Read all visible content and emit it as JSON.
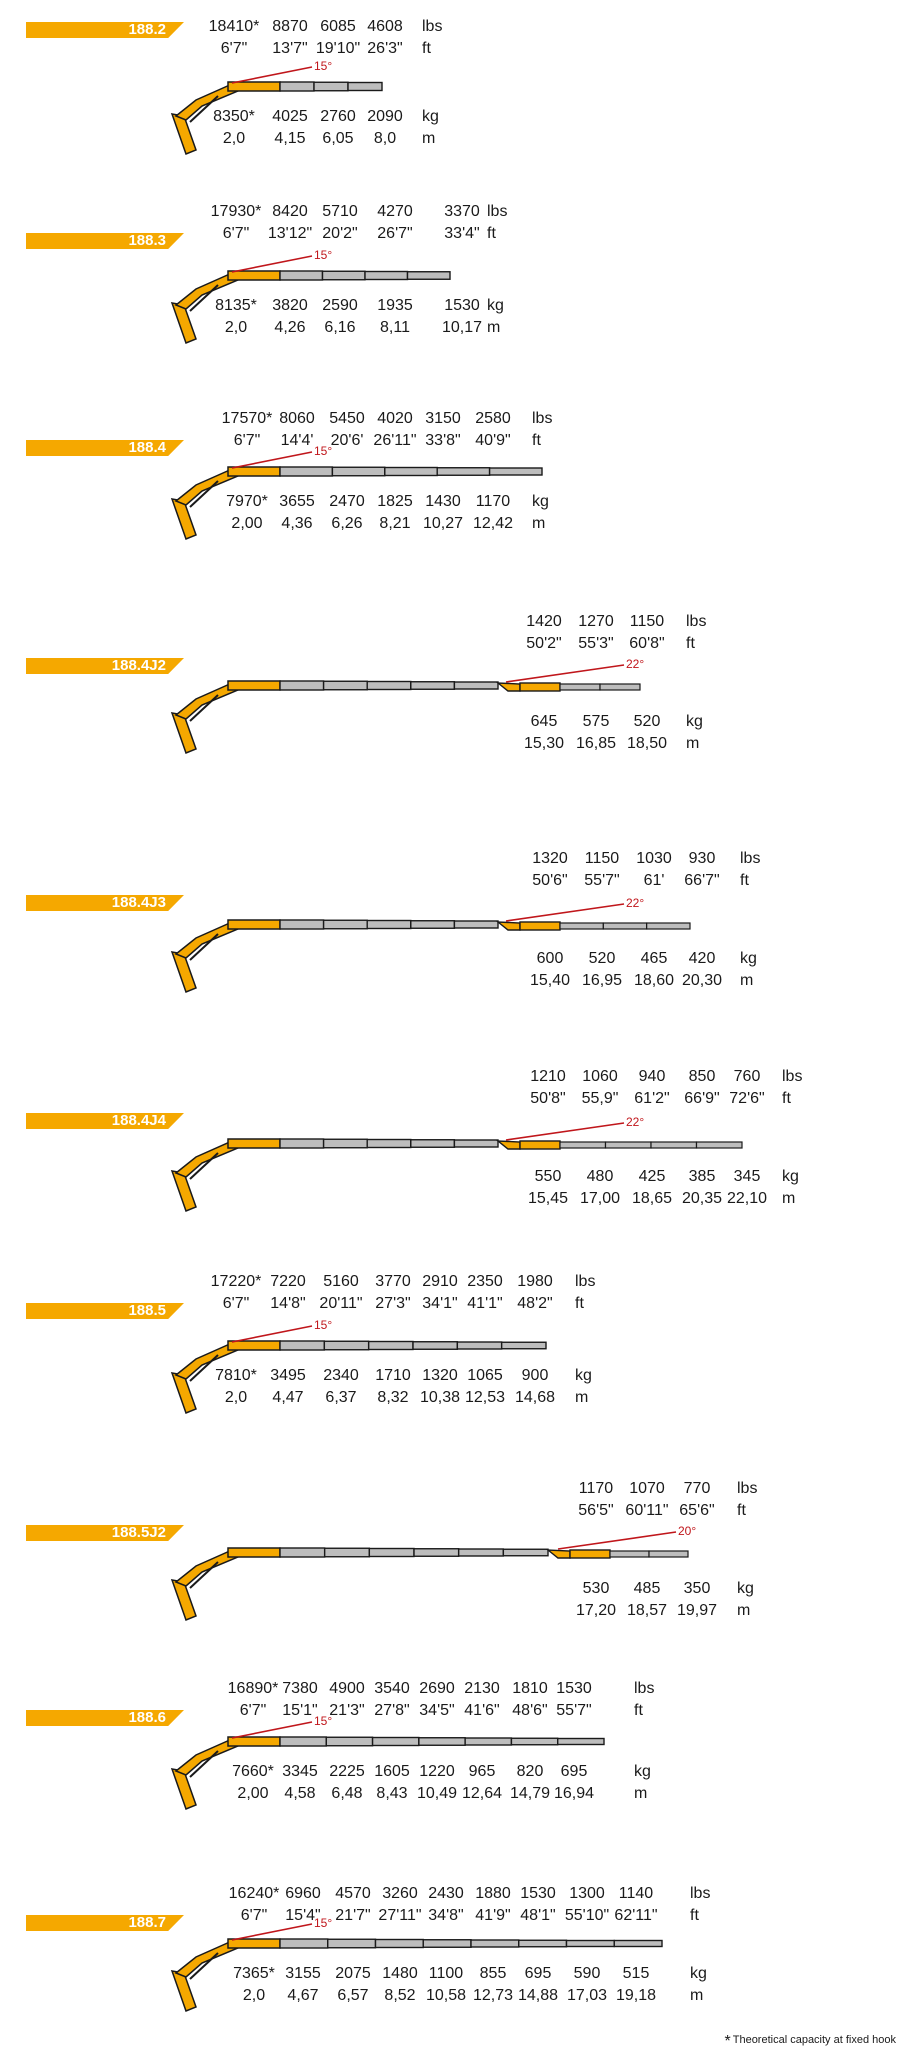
{
  "colors": {
    "accent": "#F5A800",
    "angle": "#C0161B",
    "boom": "#BDBDBD",
    "ink": "#1A1A1A"
  },
  "models": [
    {
      "name": "188.2",
      "angle": "15°",
      "hasJib": false,
      "sections": 4,
      "lbs": [
        "18410*",
        "8870",
        "6085",
        "4608"
      ],
      "lbs_unit": "lbs",
      "ft": [
        "6'7\"",
        "13'7\"",
        "19'10\"",
        "26'3\""
      ],
      "ft_unit": "ft",
      "kg": [
        "8350*",
        "4025",
        "2760",
        "2090"
      ],
      "kg_unit": "kg",
      "m": [
        "2,0",
        "4,15",
        "6,05",
        "8,0"
      ],
      "m_unit": "m"
    },
    {
      "name": "188.3",
      "angle": "15°",
      "hasJib": false,
      "sections": 5,
      "lbs": [
        "17930*",
        "8420",
        "5710",
        "4270",
        "3370"
      ],
      "lbs_unit": "lbs",
      "ft": [
        "6'7\"",
        "13'12\"",
        "20'2\"",
        "26'7\"",
        "33'4\""
      ],
      "ft_unit": "ft",
      "kg": [
        "8135*",
        "3820",
        "2590",
        "1935",
        "1530"
      ],
      "kg_unit": "kg",
      "m": [
        "2,0",
        "4,26",
        "6,16",
        "8,11",
        "10,17"
      ],
      "m_unit": "m"
    },
    {
      "name": "188.4",
      "angle": "15°",
      "hasJib": false,
      "sections": 6,
      "lbs": [
        "17570*",
        "8060",
        "5450",
        "4020",
        "3150",
        "2580"
      ],
      "lbs_unit": "lbs",
      "ft": [
        "6'7\"",
        "14'4'",
        "20'6'",
        "26'11\"",
        "33'8\"",
        "40'9\""
      ],
      "ft_unit": "ft",
      "kg": [
        "7970*",
        "3655",
        "2470",
        "1825",
        "1430",
        "1170"
      ],
      "kg_unit": "kg",
      "m": [
        "2,00",
        "4,36",
        "6,26",
        "8,21",
        "10,27",
        "12,42"
      ],
      "m_unit": "m"
    },
    {
      "name": "188.4J2",
      "angle": "22°",
      "hasJib": true,
      "sections": 6,
      "jibSections": 2,
      "lbs": [
        "1420",
        "1270",
        "1150"
      ],
      "lbs_unit": "lbs",
      "ft": [
        "50'2\"",
        "55'3\"",
        "60'8\""
      ],
      "ft_unit": "ft",
      "kg": [
        "645",
        "575",
        "520"
      ],
      "kg_unit": "kg",
      "m": [
        "15,30",
        "16,85",
        "18,50"
      ],
      "m_unit": "m"
    },
    {
      "name": "188.4J3",
      "angle": "22°",
      "hasJib": true,
      "sections": 6,
      "jibSections": 3,
      "lbs": [
        "1320",
        "1150",
        "1030",
        "930"
      ],
      "lbs_unit": "lbs",
      "ft": [
        "50'6\"",
        "55'7\"",
        "61'",
        "66'7\""
      ],
      "ft_unit": "ft",
      "kg": [
        "600",
        "520",
        "465",
        "420"
      ],
      "kg_unit": "kg",
      "m": [
        "15,40",
        "16,95",
        "18,60",
        "20,30"
      ],
      "m_unit": "m"
    },
    {
      "name": "188.4J4",
      "angle": "22°",
      "hasJib": true,
      "sections": 6,
      "jibSections": 4,
      "lbs": [
        "1210",
        "1060",
        "940",
        "850",
        "760"
      ],
      "lbs_unit": "lbs",
      "ft": [
        "50'8\"",
        "55,9\"",
        "61'2\"",
        "66'9\"",
        "72'6\""
      ],
      "ft_unit": "ft",
      "kg": [
        "550",
        "480",
        "425",
        "385",
        "345"
      ],
      "kg_unit": "kg",
      "m": [
        "15,45",
        "17,00",
        "18,65",
        "20,35",
        "22,10"
      ],
      "m_unit": "m"
    },
    {
      "name": "188.5",
      "angle": "15°",
      "hasJib": false,
      "sections": 7,
      "lbs": [
        "17220*",
        "7220",
        "5160",
        "3770",
        "2910",
        "2350",
        "1980"
      ],
      "lbs_unit": "lbs",
      "ft": [
        "6'7\"",
        "14'8\"",
        "20'11\"",
        "27'3\"",
        "34'1\"",
        "41'1\"",
        "48'2\""
      ],
      "ft_unit": "ft",
      "kg": [
        "7810*",
        "3495",
        "2340",
        "1710",
        "1320",
        "1065",
        "900"
      ],
      "kg_unit": "kg",
      "m": [
        "2,0",
        "4,47",
        "6,37",
        "8,32",
        "10,38",
        "12,53",
        "14,68"
      ],
      "m_unit": "m"
    },
    {
      "name": "188.5J2",
      "angle": "20°",
      "hasJib": true,
      "sections": 7,
      "jibSections": 2,
      "lbs": [
        "1170",
        "1070",
        "770"
      ],
      "lbs_unit": "lbs",
      "ft": [
        "56'5\"",
        "60'11\"",
        "65'6\""
      ],
      "ft_unit": "ft",
      "kg": [
        "530",
        "485",
        "350"
      ],
      "kg_unit": "kg",
      "m": [
        "17,20",
        "18,57",
        "19,97"
      ],
      "m_unit": "m"
    },
    {
      "name": "188.6",
      "angle": "15°",
      "hasJib": false,
      "sections": 8,
      "lbs": [
        "16890*",
        "7380",
        "4900",
        "3540",
        "2690",
        "2130",
        "1810",
        "1530"
      ],
      "lbs_unit": "lbs",
      "ft": [
        "6'7\"",
        "15'1\"",
        "21'3\"",
        "27'8\"",
        "34'5\"",
        "41'6\"",
        "48'6\"",
        "55'7\""
      ],
      "ft_unit": "ft",
      "kg": [
        "7660*",
        "3345",
        "2225",
        "1605",
        "1220",
        "965",
        "820",
        "695"
      ],
      "kg_unit": "kg",
      "m": [
        "2,00",
        "4,58",
        "6,48",
        "8,43",
        "10,49",
        "12,64",
        "14,79",
        "16,94"
      ],
      "m_unit": "m"
    },
    {
      "name": "188.7",
      "angle": "15°",
      "hasJib": false,
      "sections": 9,
      "lbs": [
        "16240*",
        "6960",
        "4570",
        "3260",
        "2430",
        "1880",
        "1530",
        "1300",
        "1140"
      ],
      "lbs_unit": "lbs",
      "ft": [
        "6'7\"",
        "15'4\"",
        "21'7\"",
        "27'11\"",
        "34'8\"",
        "41'9\"",
        "48'1\"",
        "55'10\"",
        "62'11\""
      ],
      "ft_unit": "ft",
      "kg": [
        "7365*",
        "3155",
        "2075",
        "1480",
        "1100",
        "855",
        "695",
        "590",
        "515"
      ],
      "kg_unit": "kg",
      "m": [
        "2,0",
        "4,67",
        "6,57",
        "8,52",
        "10,58",
        "12,73",
        "14,88",
        "17,03",
        "19,18"
      ],
      "m_unit": "m"
    }
  ],
  "footnote": {
    "mark": "*",
    "text": "Theoretical capacity at fixed hook"
  }
}
